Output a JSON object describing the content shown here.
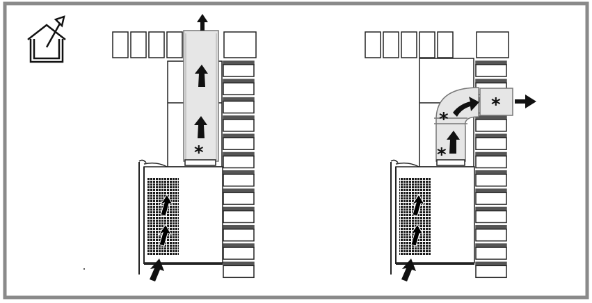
{
  "diagram": {
    "frame_color": "#8a8a8a",
    "duct_fill": "#e6e6e6",
    "brick_dark": "#555555",
    "icon": "house-ventilation-icon",
    "left_panel": {
      "arrows": [
        "up-arrow",
        "up-arrow",
        "up-arrow",
        "inlet-arrow"
      ],
      "marker": "*"
    },
    "right_panel": {
      "arrows": [
        "up-arrow",
        "elbow-arrow",
        "outlet-arrow",
        "inlet-arrow"
      ],
      "markers": [
        "*",
        "*",
        "*"
      ]
    }
  }
}
